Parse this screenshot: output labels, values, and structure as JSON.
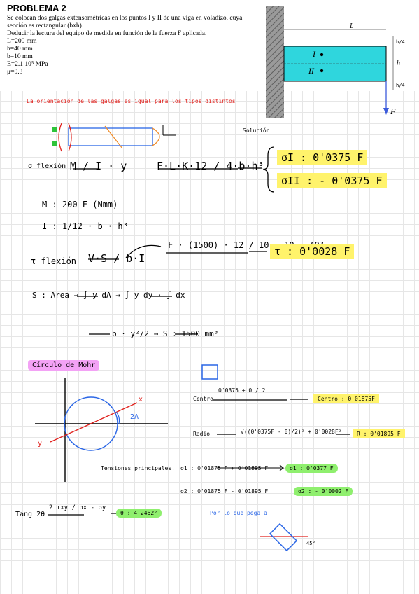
{
  "problem": {
    "title": "PROBLEMA 2",
    "lines": [
      "Se colocan dos galgas extensométricas en los puntos I y II de una viga en voladizo, cuya",
      "sección es rectangular (bxh).",
      "Deducir la lectura del equipo de medida en función de la fuerza F aplicada.",
      "L=200 mm",
      "h=40 mm",
      "b=10 mm",
      "E=2.1 10⁵ MPa",
      "μ=0.3"
    ]
  },
  "figure": {
    "length_label": "L",
    "point_1": "I",
    "point_2": "II",
    "h_label": "h",
    "h4_label": "h/4",
    "force_label": "F"
  },
  "notes": {
    "red_note": "La orientación de las galgas es igual para los tipos distintos",
    "solution_header": "Solución",
    "sigma_flexion_label": "σ flexión",
    "eq_sigma_1": "M / I · y",
    "eq_sigma_2": "F·L·K·12 / 4·b·h³",
    "result_sigma_1": "σI : 0'0375 F",
    "result_sigma_2": "σII : - 0'0375 F",
    "m_line": "M : 200 F (Nmm)",
    "i_line": "I : 1/12 · b · h³",
    "tau_label": "τ flexión",
    "tau_formula": "V·S / b·I",
    "tau_calc": "F · (1500) · 12 / 10 · 10 · 40³",
    "result_tau": "τ : 0'0028 F",
    "s_line": "S : Area → ∫ y dA → ∫ y dy · ∫ dx",
    "s_result": "b · y²/2 → S : 1500 mm³",
    "mohr_title": "Círculo de Mohr",
    "angle_2a": "2A",
    "mohr_x": "x",
    "mohr_y": "y",
    "centro_label": "Centro",
    "centro_calc": "0'0375 + 0 / 2",
    "result_centro": "Centro : 0'01875F",
    "radio_label": "Radio",
    "radio_calc": "√((0'0375F - 0)/2)² + 0'0028F²",
    "result_radio": "R : 0'01895 F",
    "tensiones_label": "Tensiones principales.",
    "s1_calc": "σ1 : 0'01875 F + 0'01895 F",
    "result_s1": "σ1 : 0'0377 F",
    "s2_calc": "σ2 : 0'01875 F - 0'01895 F",
    "result_s2": "σ2 : - 0'0002 F",
    "tang_label": "Tang 2θ",
    "tang_calc": "2 τxy / σx - σy",
    "result_tang": "θ : 4'2462°",
    "por_note": "Por lo que pega a",
    "angle_45": "45°"
  },
  "colors": {
    "highlight_yellow": "#fff36b",
    "highlight_green": "#8fef6e",
    "highlight_pink": "#f3a2f5",
    "ink_red": "#e0201c",
    "ink_blue": "#2a66e6",
    "beam_fill": "#2fd6dd"
  }
}
